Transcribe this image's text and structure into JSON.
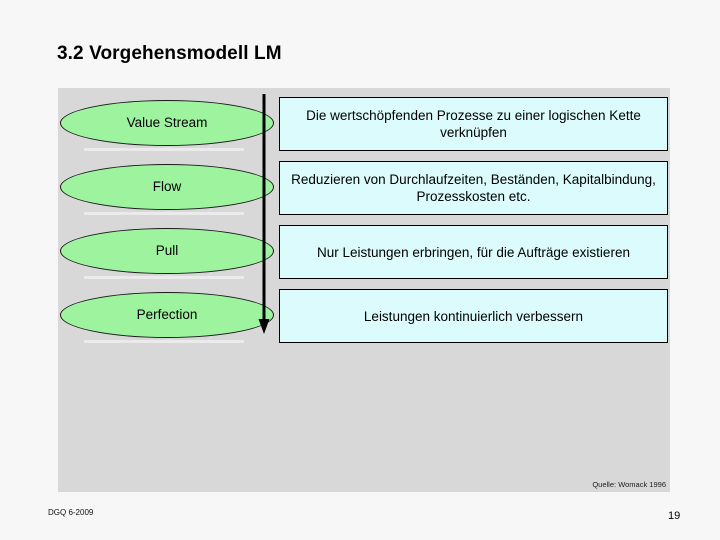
{
  "slide": {
    "title": "3.2 Vorgehensmodell LM",
    "background_color": "#f7f7f7",
    "panel_color": "#d8d8d8"
  },
  "diagram": {
    "type": "process-flow",
    "arrow_direction": "down",
    "arrow_color": "#000000",
    "ellipse_fill": "#9ef49e",
    "box_fill": "#dbfbfd",
    "stages": [
      {
        "name": "Value Stream",
        "description": "Die wertschöpfenden Prozesse zu einer logischen Kette verknüpfen"
      },
      {
        "name": "Flow",
        "description": "Reduzieren von Durchlaufzeiten, Beständen, Kapitalbindung, Prozesskosten etc."
      },
      {
        "name": "Pull",
        "description": "Nur Leistungen erbringen, für die Aufträge existieren"
      },
      {
        "name": "Perfection",
        "description": "Leistungen kontinuierlich verbessern"
      }
    ],
    "source": "Quelle: Womack 1996"
  },
  "footer": {
    "left": "DGQ  6-2009",
    "page_number": "19"
  }
}
